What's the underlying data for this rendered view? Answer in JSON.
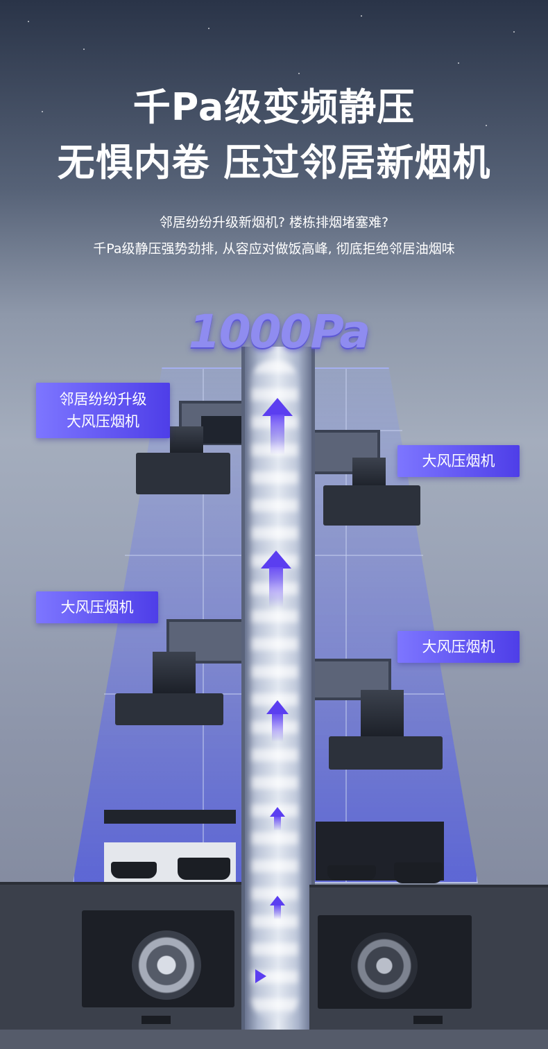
{
  "headline": {
    "line1": "千Pa级变频静压",
    "line2": "无惧内卷 压过邻居新烟机"
  },
  "subtitle": {
    "line1": "邻居纷纷升级新烟机? 楼栋排烟堵塞难?",
    "line2": "千Pa级静压强势劲排, 从容应对做饭高峰, 彻底拒绝邻居油烟味"
  },
  "pressure_label": "1000Pa",
  "tags": {
    "tag1_line1": "邻居纷纷升级",
    "tag1_line2": "大风压烟机",
    "tag2": "大风压烟机",
    "tag3": "大风压烟机",
    "tag4": "大风压烟机"
  },
  "colors": {
    "accent": "#5b3ef0",
    "tag_gradient_start": "#7d76ff",
    "tag_gradient_end": "#4e3ee8"
  }
}
